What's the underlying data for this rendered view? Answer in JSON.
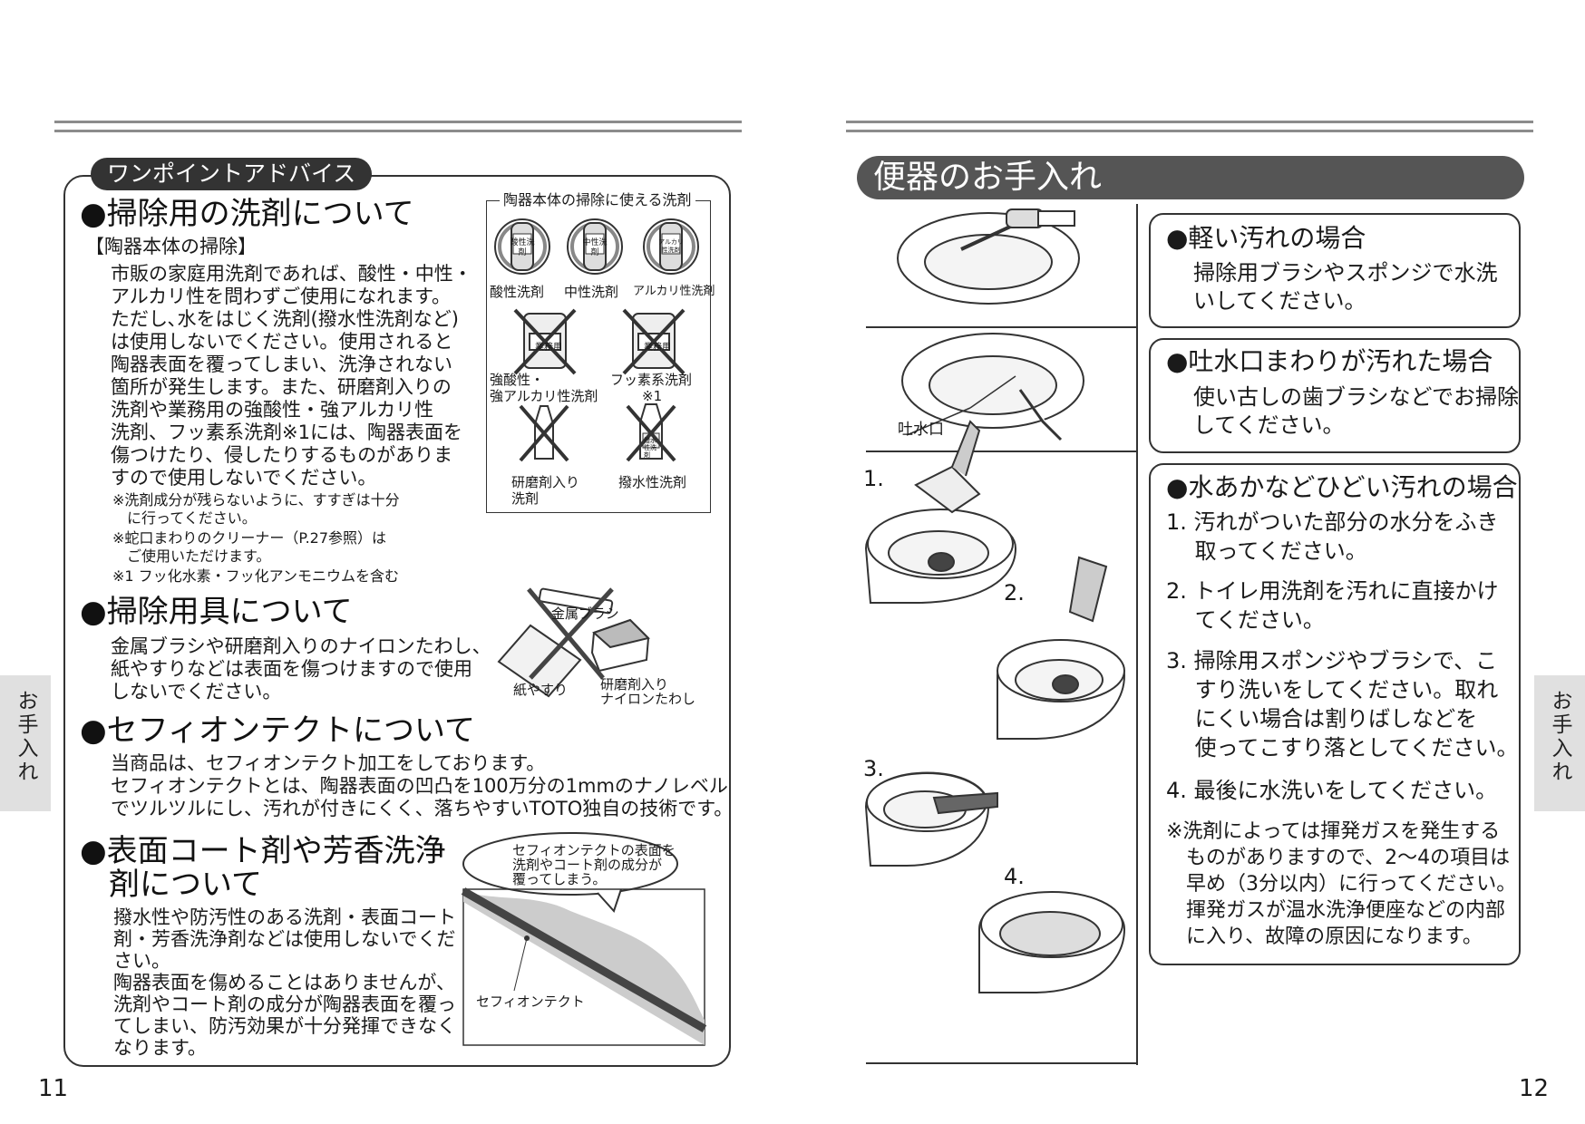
{
  "left": {
    "tab_label": "ワンポイントアドバイス",
    "s1": {
      "heading": "●掃除用の洗剤について",
      "subheading": "【陶器本体の掃除】",
      "lines": [
        "市販の家庭用洗剤であれば、酸性・中性・",
        "アルカリ性を問わずご使用になれます。",
        "ただし､水をはじく洗剤(撥水性洗剤など)",
        "は使用しないでください。使用されると",
        "陶器表面を覆ってしまい、洗浄されない",
        "箇所が発生します。また、研磨剤入りの",
        "洗剤や業務用の強酸性・強アルカリ性",
        "洗剤、フッ素系洗剤※1には、陶器表面を",
        "傷つけたり、侵したりするものがありま",
        "すので使用しないでください。"
      ],
      "notes": [
        "※洗剤成分が残らないように、すすぎは十分",
        "　に行ってください。",
        "※蛇口まわりのクリーナー（P.27参照）は",
        "　ご使用いただけます。",
        "※1 フッ化水素・フッ化アンモニウムを含む"
      ]
    },
    "detergent_box": {
      "title": "陶器本体の掃除に使える洗剤",
      "bottle_texts": [
        "酸性洗剤",
        "中性洗剤",
        "アルカリ性洗剤"
      ],
      "ok_labels": [
        "酸性洗剤",
        "中性洗剤",
        "アルカリ性洗剤"
      ],
      "ng_labels": [
        "強酸性・",
        "強アルカリ性洗剤",
        "フッ素系洗剤",
        "※1",
        "研磨剤入り",
        "洗剤",
        "撥水性洗剤"
      ],
      "jug_text": "業務用",
      "spray_text": "撥水性洗剤"
    },
    "s2": {
      "heading": "●掃除用具について",
      "lines": [
        "金属ブラシや研磨剤入りのナイロンたわし、",
        "紙やすりなどは表面を傷つけますので使用",
        "しないでください。"
      ],
      "tool_labels": [
        "金属ブラシ",
        "紙やすり",
        "研磨剤入り",
        "ナイロンたわし"
      ]
    },
    "s3": {
      "heading": "●セフィオンテクトについて",
      "lines": [
        "当商品は、セフィオンテクト加工をしております。",
        "セフィオンテクトとは、陶器表面の凹凸を100万分の1mmのナノレベル",
        "でツルツルにし、汚れが付きにくく、落ちやすいTOTO独自の技術です。"
      ]
    },
    "s4": {
      "heading_lines": [
        "●表面コート剤や芳香洗浄",
        "剤について"
      ],
      "lines": [
        "撥水性や防汚性のある洗剤・表面コート",
        "剤・芳香洗浄剤などは使用しないでくだ",
        "さい。",
        "陶器表面を傷めることはありませんが、",
        "洗剤やコート剤の成分が陶器表面を覆っ",
        "てしまい、防汚効果が十分発揮できなく",
        "なります。"
      ],
      "bubble_lines": [
        "セフィオンテクトの表面を",
        "洗剤やコート剤の成分が",
        "覆ってしまう。"
      ],
      "diagram_label": "セフィオンテクト"
    },
    "side_tab": "お手入れ",
    "page_number": "11"
  },
  "right": {
    "title": "便器のお手入れ",
    "spout_label": "吐水口",
    "step_numbers": [
      "1.",
      "2.",
      "3.",
      "4."
    ],
    "box1": {
      "heading": "●軽い汚れの場合",
      "lines": [
        "掃除用ブラシやスポンジで水洗",
        "いしてください。"
      ]
    },
    "box2": {
      "heading": "●吐水口まわりが汚れた場合",
      "lines": [
        "使い古しの歯ブラシなどでお掃除",
        "してください。"
      ]
    },
    "box3": {
      "heading": "●水あかなどひどい汚れの場合",
      "steps": [
        [
          "1. 汚れがついた部分の水分をふき",
          "　 取ってください。"
        ],
        [
          "2. トイレ用洗剤を汚れに直接かけ",
          "　 てください。"
        ],
        [
          "3. 掃除用スポンジやブラシで、こ",
          "　 すり洗いをしてください。取れ",
          "　 にくい場合は割りばしなどを",
          "　 使ってこすり落としてください。"
        ],
        [
          "4. 最後に水洗いをしてください。"
        ]
      ],
      "notes": [
        "※洗剤によっては揮発ガスを発生する",
        "　ものがありますので、2～4の項目は",
        "　早め（3分以内）に行ってください。",
        "　揮発ガスが温水洗浄便座などの内部",
        "　に入り、故障の原因になります。"
      ]
    },
    "side_tab": "お手入れ",
    "page_number": "12"
  }
}
